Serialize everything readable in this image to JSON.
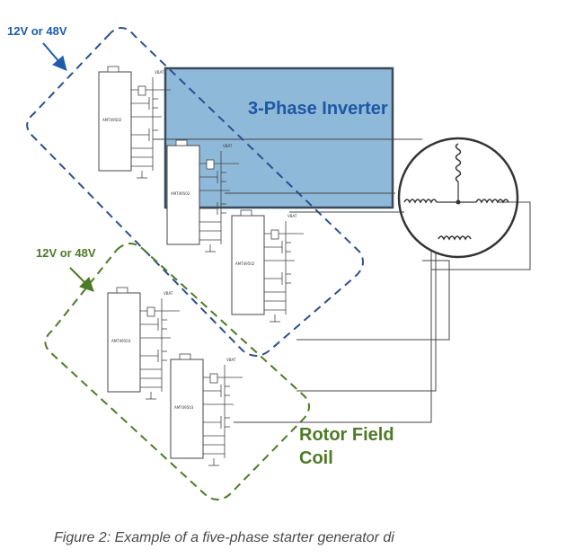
{
  "labels": {
    "voltage_top": "12V or 48V",
    "voltage_bottom": "12V or 48V",
    "inverter": "3-Phase Inverter",
    "rotor_line1": "Rotor Field",
    "rotor_line2": "Coil"
  },
  "chips": [
    {
      "part": "AMT49502",
      "vbat": "VBAT"
    },
    {
      "part": "AMT49502",
      "vbat": "VBAT"
    },
    {
      "part": "AMT49502",
      "vbat": "VBAT"
    },
    {
      "part": "AMT49503",
      "vbat": "VBAT"
    },
    {
      "part": "AMT49503",
      "vbat": "VBAT"
    }
  ],
  "caption": "Figure 2: Example of a five-phase starter generator di",
  "colors": {
    "blue_outline": "#2d4f8f",
    "green_outline": "#4e7a27",
    "inverter_fill": "#8fb9d9",
    "inverter_border": "#3a4a5a"
  }
}
